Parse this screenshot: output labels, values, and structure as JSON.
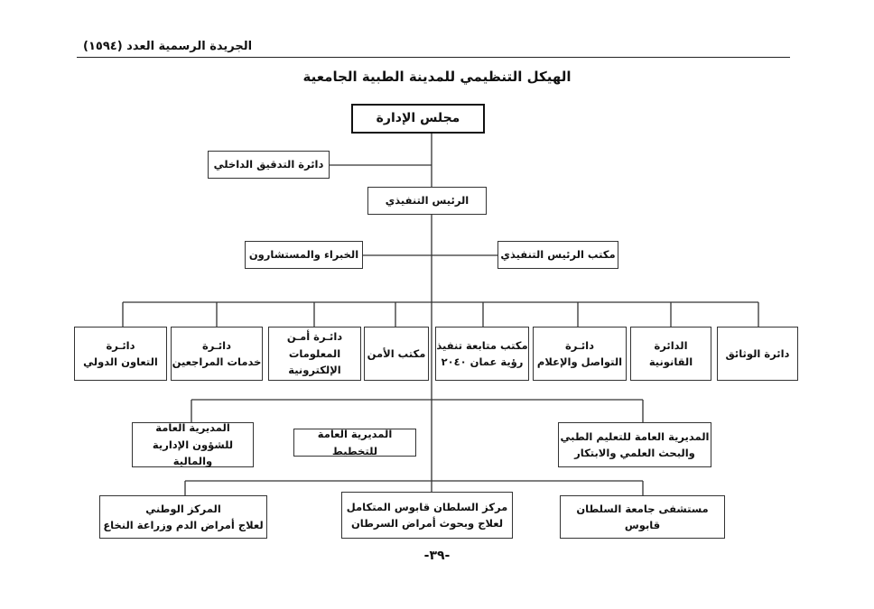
{
  "header": {
    "text": "الجريدة الرسمية العدد (١٥٩٤)"
  },
  "title": "الهيكل التنظيمي للمدينة الطبية الجامعية",
  "boxes": {
    "board": "مجلس الإدارة",
    "internal_audit": "دائرة التدقيق الداخلي",
    "ceo": "الرئيس التنفيذي",
    "experts": "الخبراء والمستشارون",
    "ceo_office": "مكتب الرئيس التنفيذي",
    "documents": "دائرة الوثائق",
    "legal": "الدائرة القانونية",
    "comm_line1": "دائـرة",
    "comm_line2": "التواصل والإعلام",
    "vision_line1": "مكتب متابعة تنفيذ",
    "vision_line2": "رؤية عمان ٢٠٤٠",
    "security_office": "مكتب الأمن",
    "infosec_line1": "دائـرة أمـن",
    "infosec_line2": "المعلومات الإلكترونية",
    "reviewers_line1": "دائـرة",
    "reviewers_line2": "خدمات المراجعين",
    "intl_line1": "دائـرة",
    "intl_line2": "التعاون الدولي",
    "dg_education_line1": "المديرية العامة للتعليم الطبي",
    "dg_education_line2": "والبحث العلمي والابتكار",
    "dg_planning": "المديرية العامة للتخطيط",
    "dg_admin_line1": "المديرية العامة",
    "dg_admin_line2": "للشؤون الإدارية والمالية",
    "hospital": "مستشفى جامعة السلطان قابوس",
    "cancer_line1": "مركز السلطان قابوس المتكامل",
    "cancer_line2": "لعلاج وبحوث أمراض السرطان",
    "national_line1": "المركز الوطني",
    "national_line2": "لعلاج أمراض الدم وزراعة النخاع"
  },
  "page_number": "-٣٩-"
}
